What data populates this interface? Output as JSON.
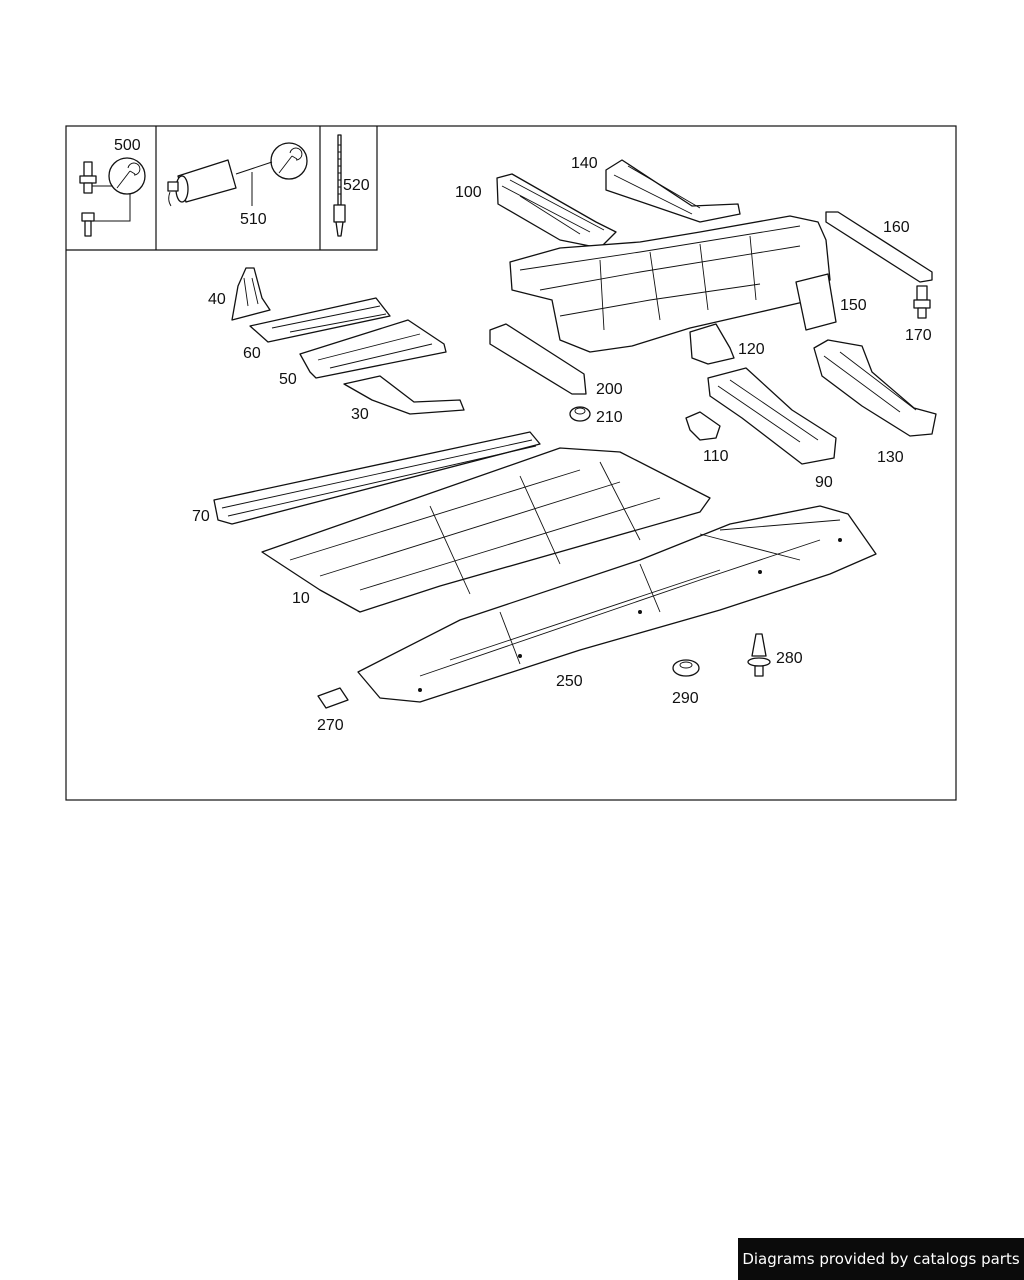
{
  "diagram": {
    "callouts": {
      "c500": "500",
      "c510": "510",
      "c520": "520",
      "c100": "100",
      "c140": "140",
      "c160": "160",
      "c170": "170",
      "c150": "150",
      "c40": "40",
      "c60": "60",
      "c50": "50",
      "c30": "30",
      "c200": "200",
      "c210": "210",
      "c120": "120",
      "c110": "110",
      "c90": "90",
      "c130": "130",
      "c70": "70",
      "c10": "10",
      "c250": "250",
      "c270": "270",
      "c280": "280",
      "c290": "290"
    },
    "icons": [
      "wrench-symbol-icon",
      "wrench-symbol-icon",
      "sealant-tube-icon",
      "bolt-icon",
      "rivet-icon",
      "clip-icon"
    ]
  },
  "footer": {
    "credit": "Diagrams provided by catalogs parts"
  }
}
